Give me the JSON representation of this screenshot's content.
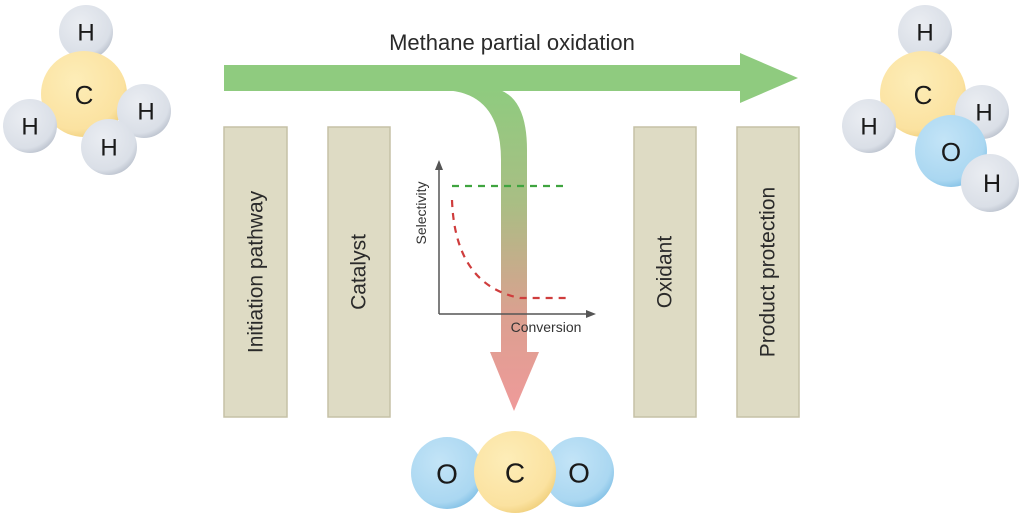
{
  "title": "Methane partial oxidation",
  "colors": {
    "main_arrow": "#8fcb7f",
    "down_arrow_top": "#8fcb7f",
    "down_arrow_bottom": "#ef9a9a",
    "box_fill": "#dedbc4",
    "box_stroke": "#c5c1a6",
    "carbon": "#fbe4a2",
    "hydrogen": "#dde2ea",
    "oxygen": "#aed9f2",
    "selective_line": "#3fa43f",
    "unselective_line": "#cf3d3d",
    "axis": "#555555"
  },
  "factors": [
    {
      "label": "Initiation pathway"
    },
    {
      "label": "Catalyst"
    },
    {
      "label": "Oxidant"
    },
    {
      "label": "Product protection"
    }
  ],
  "molecules": {
    "methane": {
      "name": "methane",
      "atoms": [
        "H",
        "C",
        "H",
        "H",
        "H"
      ]
    },
    "methanol": {
      "name": "methanol",
      "atoms": [
        "H",
        "C",
        "H",
        "H",
        "O",
        "H"
      ]
    },
    "carbon_dioxide": {
      "name": "carbon-dioxide",
      "atoms": [
        "O",
        "C",
        "O"
      ]
    }
  },
  "inset_chart": {
    "xlabel": "Conversion",
    "ylabel": "Selectivity",
    "series": [
      {
        "name": "selective",
        "style": "dashed",
        "color": "green",
        "trend": "constant high selectivity"
      },
      {
        "name": "overoxidation",
        "style": "dashed",
        "color": "red",
        "trend": "selectivity decays with conversion"
      }
    ]
  }
}
